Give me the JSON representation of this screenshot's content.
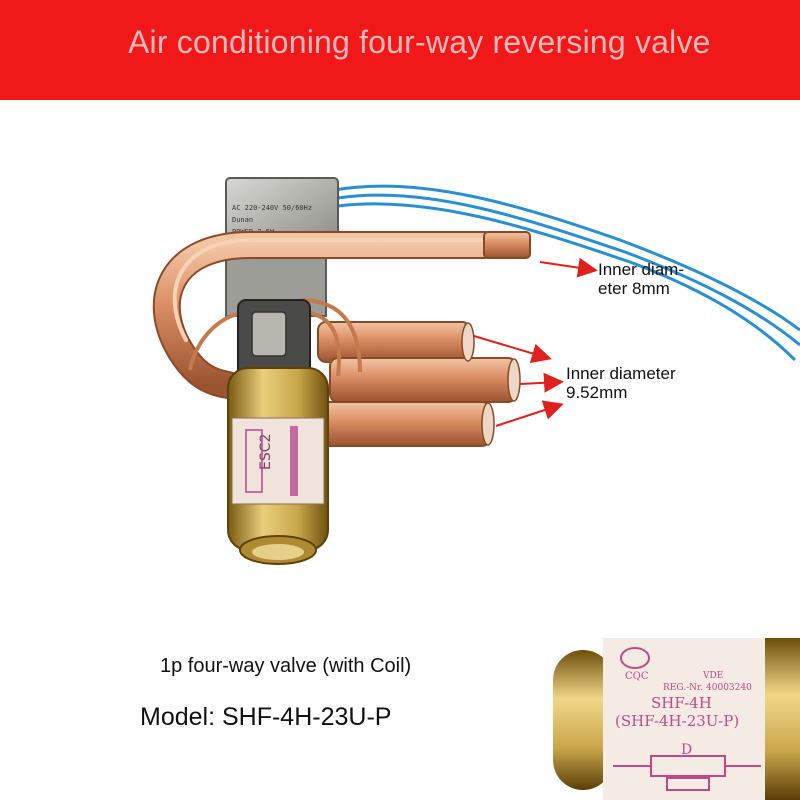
{
  "banner": {
    "title": "Air conditioning four-way reversing valve"
  },
  "callouts": {
    "outlet": {
      "line1": "Inner diam-",
      "line2": "eter 8mm"
    },
    "ports": {
      "line1": "Inner diameter",
      "line2": "9.52mm"
    }
  },
  "caption": "1p four-way valve (with Coil)",
  "model": "Model: SHF-4H-23U-P",
  "coil_label": {
    "brand": "Dunan",
    "rating": "AC 220-240V 50/60Hz",
    "power": "POWER 7.5W",
    "code": "ESC2"
  },
  "inset": {
    "badge": "CQC",
    "vde": "VDE",
    "reg": "REG.-Nr. 40003240",
    "model": "SHF-4H",
    "full_model": "(SHF-4H-23U-P)",
    "mark": "D"
  },
  "colors": {
    "banner": "#f01818",
    "banner_text": "#ffb9b9",
    "copper": "#d98c62",
    "brass": "#c9a64a",
    "arrow": "#e0201a",
    "wire": "#2a8fd0"
  }
}
